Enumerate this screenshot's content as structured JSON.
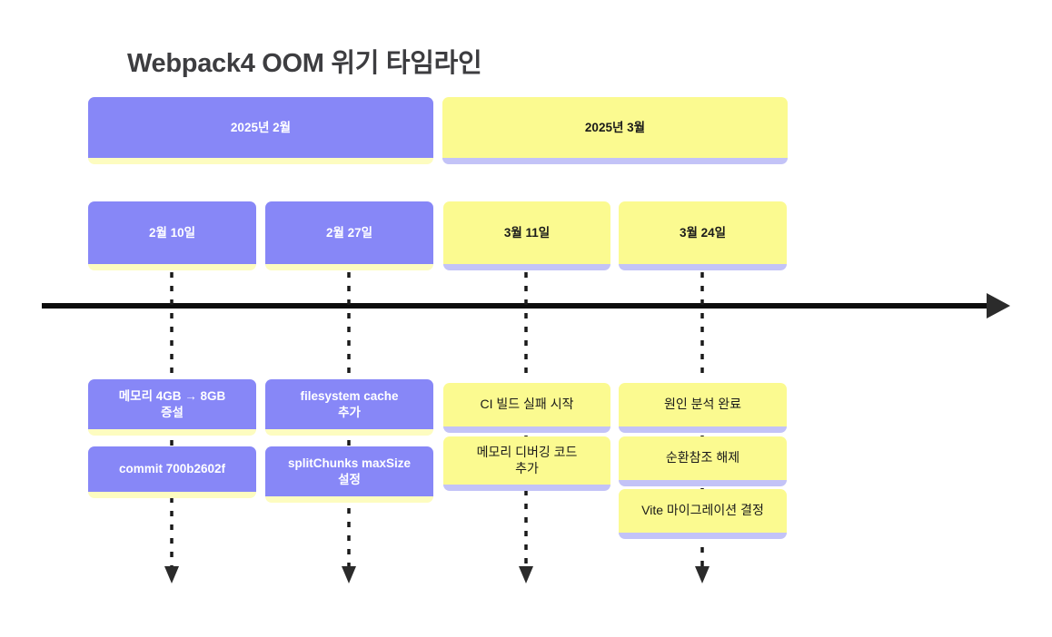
{
  "diagram": {
    "title": "Webpack4 OOM 위기 타임라인",
    "type": "timeline",
    "background_color": "#ffffff",
    "title_color": "#3d3d40",
    "colors": {
      "purple": "#8787f7",
      "yellow": "#fbfa90",
      "purple_accent": "#c3c3f7",
      "yellow_accent": "#fdfcc0",
      "axis": "#000000",
      "connector": "#1a1a1a",
      "purple_text": "#ffffff",
      "yellow_text": "#1a1a1a"
    },
    "axis": {
      "name": "timeline-axis",
      "direction": "left-to-right",
      "arrowhead": "right"
    },
    "periods": [
      {
        "label": "2025년 2월",
        "style": "purple"
      },
      {
        "label": "2025년 3월",
        "style": "yellow"
      }
    ],
    "columns": [
      {
        "date": "2월 10일",
        "style": "purple",
        "events": [
          "메모리 4GB → 8GB\n증설",
          "commit 700b2602f"
        ]
      },
      {
        "date": "2월 27일",
        "style": "purple",
        "events": [
          "filesystem cache\n추가",
          "splitChunks maxSize\n설정"
        ]
      },
      {
        "date": "3월 11일",
        "style": "yellow",
        "events": [
          "CI 빌드 실패 시작",
          "메모리 디버깅 코드\n추가"
        ]
      },
      {
        "date": "3월 24일",
        "style": "yellow",
        "events": [
          "원인 분석 완료",
          "순환참조 해제",
          "Vite 마이그레이션 결정"
        ]
      }
    ]
  }
}
